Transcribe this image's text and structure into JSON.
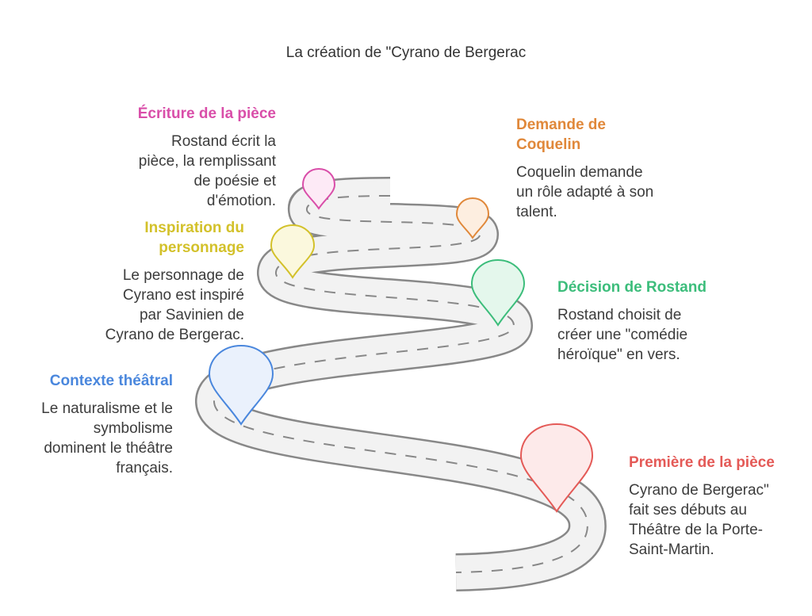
{
  "title": "La création de \"Cyrano de Bergerac",
  "colors": {
    "pink": "#d94ea9",
    "orange": "#e0883a",
    "yellow": "#d3c12a",
    "green": "#3cbd7b",
    "blue": "#4a87dd",
    "red": "#e45a57",
    "road_edge": "#888888",
    "road_fill": "#f2f2f2"
  },
  "milestones": [
    {
      "id": "ecriture",
      "heading": "Écriture de la pièce",
      "desc_lines": [
        "Rostand écrit la",
        "pièce, la remplissant",
        "de poésie et",
        "d'émotion."
      ],
      "color": "#d94ea9",
      "icon": "map-pin-icon"
    },
    {
      "id": "demande",
      "heading_lines": [
        "Demande de",
        "Coquelin"
      ],
      "desc_lines": [
        "Coquelin demande",
        "un rôle adapté à son",
        "talent."
      ],
      "color": "#e0883a",
      "icon": "map-pin-icon"
    },
    {
      "id": "inspiration",
      "heading_lines": [
        "Inspiration du",
        "personnage"
      ],
      "desc_lines": [
        "Le personnage de",
        "Cyrano est inspiré",
        "par Savinien de",
        "Cyrano de Bergerac."
      ],
      "color": "#d3c12a",
      "icon": "map-pin-icon"
    },
    {
      "id": "decision",
      "heading": "Décision de Rostand",
      "desc_lines": [
        "Rostand choisit de",
        "créer une \"comédie",
        "héroïque\" en vers."
      ],
      "color": "#3cbd7b",
      "icon": "map-pin-icon"
    },
    {
      "id": "contexte",
      "heading": "Contexte théâtral",
      "desc_lines": [
        "Le naturalisme et le",
        "symbolisme",
        "dominent le théâtre",
        "français."
      ],
      "color": "#4a87dd",
      "icon": "map-pin-icon"
    },
    {
      "id": "premiere",
      "heading": "Première de la pièce",
      "desc_lines": [
        "Cyrano de Bergerac\"",
        "fait ses débuts au",
        "Théâtre de la Porte-",
        "Saint-Martin."
      ],
      "color": "#e45a57",
      "icon": "map-pin-icon"
    }
  ]
}
